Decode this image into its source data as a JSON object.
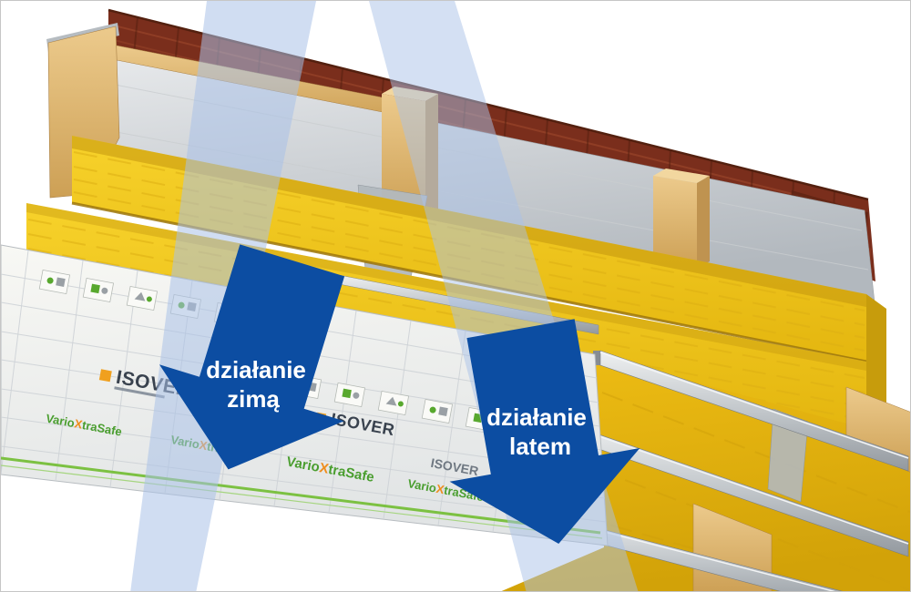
{
  "arrows": {
    "winter": {
      "line1": "działanie",
      "line2": "zimą",
      "color": "#0c4da2",
      "text_color": "#ffffff"
    },
    "summer": {
      "line1": "działanie",
      "line2": "latem",
      "color": "#0c4da2",
      "text_color": "#ffffff"
    }
  },
  "membrane": {
    "brand": "ISOVER",
    "product": {
      "p1": "Vario",
      "p2": "X",
      "p3": "traSafe"
    },
    "brand_color": "#39424e",
    "product_color": "#4a9e2f",
    "product_x_color": "#ee8d1c"
  },
  "colors": {
    "beam_blue": "#a9c1e7",
    "arrow_blue": "#0c4da2",
    "insulation_yellow": "#f2c71d",
    "wood": "#dfb572",
    "roof_tile": "#7a2e1c",
    "underlay_gray": "#c9ced2",
    "metal": "#c3c7cb",
    "membrane_white": "#f3f3ef",
    "accent_green": "#7cc142"
  }
}
